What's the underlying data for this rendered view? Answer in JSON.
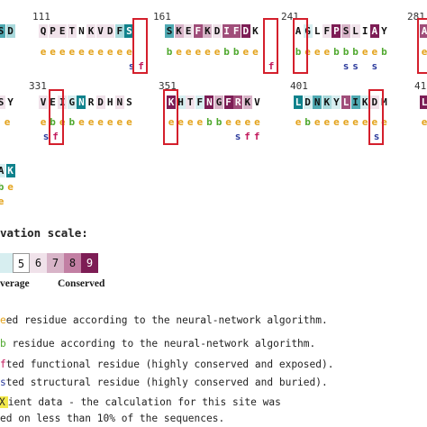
{
  "positions": [
    "111",
    "161",
    "241",
    "281",
    "331",
    "351",
    "401",
    "41"
  ],
  "row1": {
    "seqA": "SD",
    "seqB": "QPETNKVDFS",
    "seqC": "SKEFKDIFDK",
    "seqD": "AGLFPSLIAY",
    "seqE": "A",
    "labB": "eeeeeeeeee",
    "labC": "beeeeebbee",
    "labD": "beeebbbeeb",
    "labE": "e",
    "lab2B": "sf",
    "lab2C": "f",
    "lab2D": "ss s"
  },
  "row2": {
    "seqA": "SY",
    "seqB": "VEIGNRDHNS",
    "seqC": "KHTFNGFRKV",
    "seqD": "LDNKYLIKDM",
    "seqE": "L",
    "labA": "e",
    "labB": "ebebeeeeee",
    "labC": "eeeebbeeee",
    "labD": "ebeeeeeeee",
    "labE": "e",
    "lab2B": "sf",
    "lab2C": "sff",
    "lab2D": "s"
  },
  "row3": {
    "seq": "AK",
    "lab": "be",
    "lab2": "e"
  },
  "scale": {
    "title": "vation scale:",
    "digits": [
      "",
      "5",
      "6",
      "7",
      "8",
      "9"
    ],
    "average_label": "verage",
    "conserved_label": "Conserved"
  },
  "legend": [
    "ed residue according to the neural-network algorithm.",
    " residue according to the neural-network algorithm.",
    "ted functional residue (highly conserved and exposed).",
    "ted structural residue (highly conserved and buried).",
    "ient data - the calculation for this site was",
    "ed on less than 10% of the sequences."
  ],
  "colors": {
    "c1": "#10828c",
    "c2": "#4fa9b2",
    "c3": "#a9d9dc",
    "c4": "#d7eef0",
    "c5": "#ffffff",
    "c6": "#f0e2ea",
    "c7": "#d8b4c8",
    "c8": "#a04e7a",
    "c9": "#7d1d55",
    "insufficient": "#f2e84a",
    "box": "#d41f2c"
  }
}
